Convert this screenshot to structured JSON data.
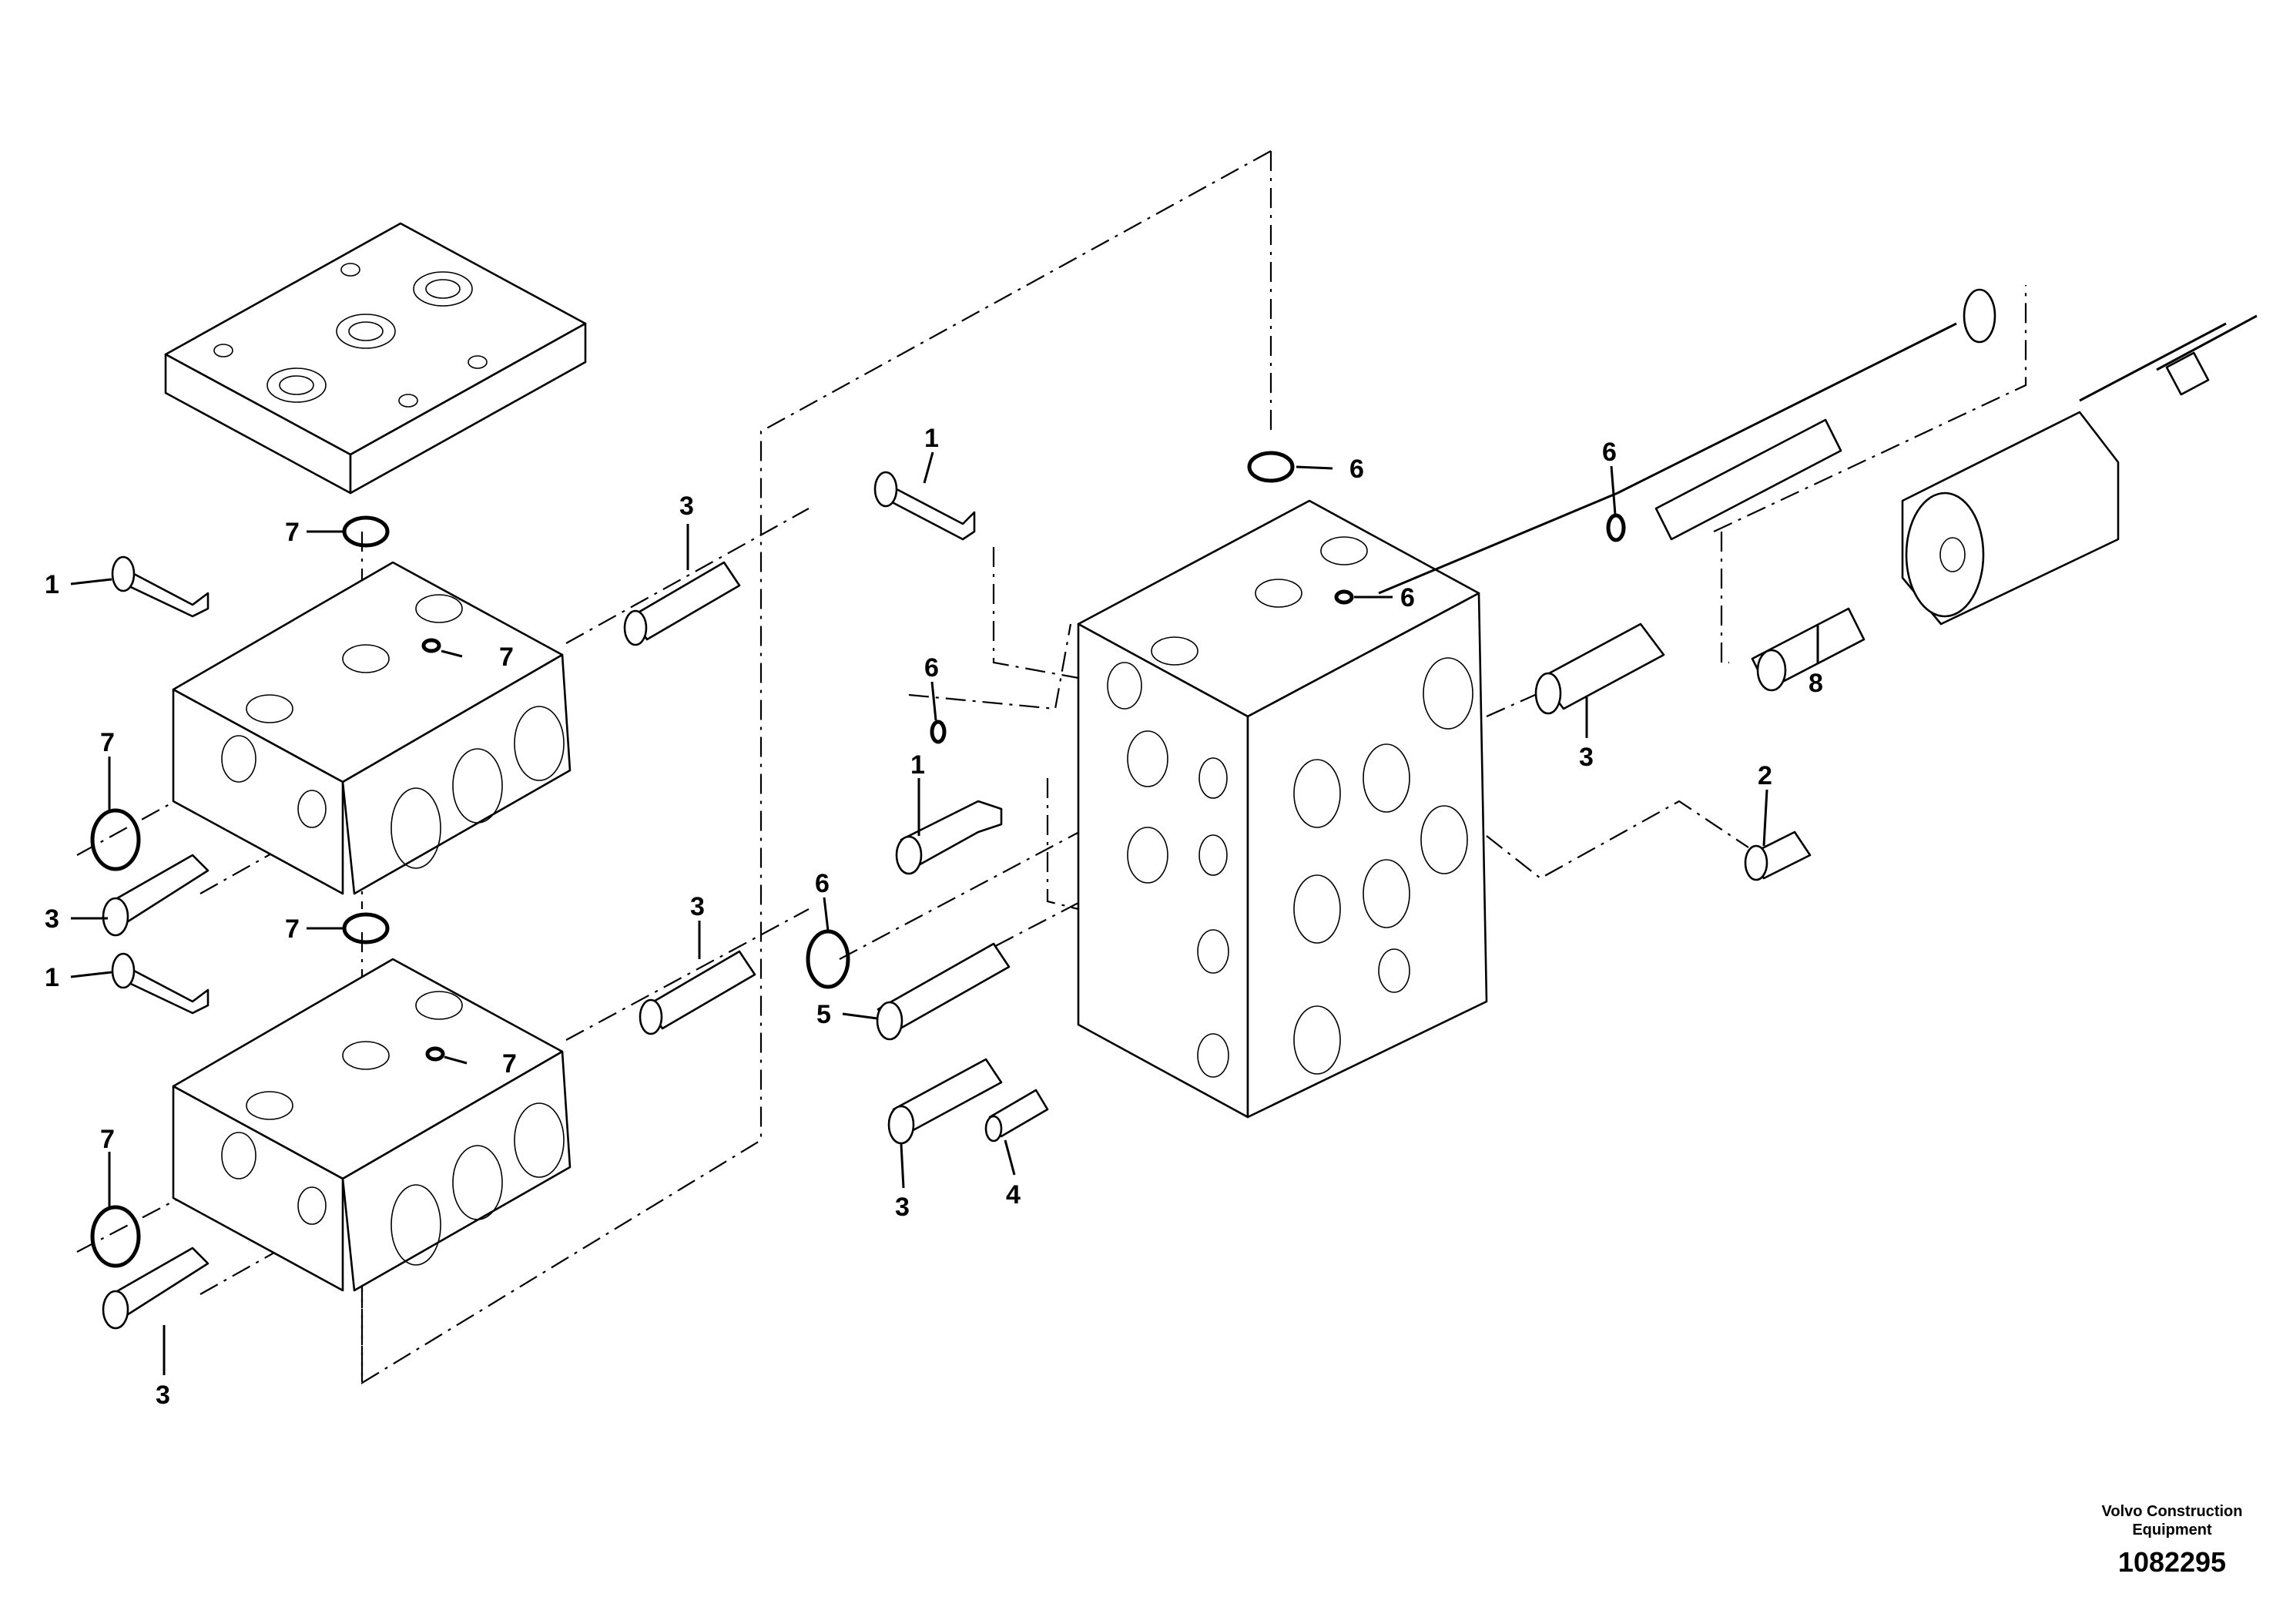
{
  "diagram": {
    "callout_numbers": [
      "1",
      "2",
      "3",
      "4",
      "5",
      "6",
      "7",
      "8"
    ],
    "callouts": [
      {
        "id": "c-top-7",
        "text": "7"
      },
      {
        "id": "c-top-1",
        "text": "1"
      },
      {
        "id": "c-top-3",
        "text": "3"
      },
      {
        "id": "c-top-7b",
        "text": "7"
      },
      {
        "id": "c-top-7c",
        "text": "7"
      },
      {
        "id": "c-top-3b",
        "text": "3"
      },
      {
        "id": "c-mid-7",
        "text": "7"
      },
      {
        "id": "c-mid-1",
        "text": "1"
      },
      {
        "id": "c-mid-3",
        "text": "3"
      },
      {
        "id": "c-mid-7b",
        "text": "7"
      },
      {
        "id": "c-mid-7c",
        "text": "7"
      },
      {
        "id": "c-mid-3b",
        "text": "3"
      },
      {
        "id": "c-main-1",
        "text": "1"
      },
      {
        "id": "c-main-6a",
        "text": "6"
      },
      {
        "id": "c-main-6b",
        "text": "6"
      },
      {
        "id": "c-main-6c",
        "text": "6"
      },
      {
        "id": "c-main-1b",
        "text": "1"
      },
      {
        "id": "c-main-6d",
        "text": "6"
      },
      {
        "id": "c-main-5",
        "text": "5"
      },
      {
        "id": "c-main-3",
        "text": "3"
      },
      {
        "id": "c-main-4",
        "text": "4"
      },
      {
        "id": "c-right-6",
        "text": "6"
      },
      {
        "id": "c-right-3",
        "text": "3"
      },
      {
        "id": "c-right-8",
        "text": "8"
      },
      {
        "id": "c-right-2",
        "text": "2"
      }
    ]
  },
  "footer": {
    "credit_line1": "Volvo Construction",
    "credit_line2": "Equipment",
    "document_number": "1082295"
  }
}
